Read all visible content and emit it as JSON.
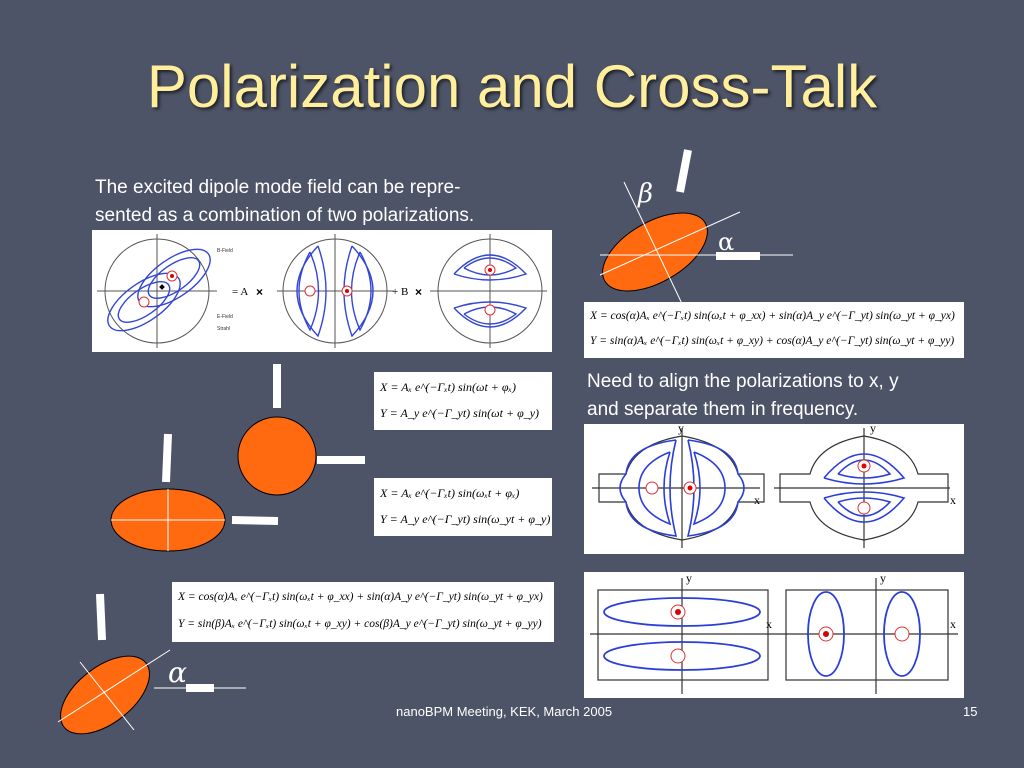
{
  "slide": {
    "title": "Polarization and Cross-Talk",
    "intro_line1": "The excited dipole mode field can be repre-",
    "intro_line2": "sented as a combination of two polarizations.",
    "align_line1": "Need to align the polarizations to x,  y",
    "align_line2": "and separate them in frequency."
  },
  "field_diagram": {
    "labels": [
      "B-Field",
      "E-Field",
      "Strahl",
      "= A",
      "+ B"
    ],
    "axis_x": "x",
    "axis_y": "y"
  },
  "equations": {
    "eq1_x": "X = Aₓ e^(−Γₓt) sin(ωt + φₓ)",
    "eq1_y": "Y = A_y e^(−Γ_yt) sin(ωt + φ_y)",
    "eq2_x": "X = Aₓ e^(−Γₓt) sin(ωₓt + φₓ)",
    "eq2_y": "Y = A_y e^(−Γ_yt) sin(ω_yt + φ_y)",
    "eq3_x": "X = cos(α)Aₓ e^(−Γₓt) sin(ωₓt + φ_xx) + sin(α)A_y e^(−Γ_yt) sin(ω_yt + φ_yx)",
    "eq3_y": "Y = sin(β)Aₓ e^(−Γₓt) sin(ωₓt + φ_xy) + cos(β)A_y e^(−Γ_yt) sin(ω_yt + φ_yy)",
    "eq4_x": "X = cos(α)Aₓ e^(−Γₓt) sin(ωₓt + φ_xx) + sin(α)A_y e^(−Γ_yt) sin(ω_yt + φ_yx)",
    "eq4_y": "Y = sin(α)Aₓ e^(−Γₓt) sin(ωₓt + φ_xy) + cos(α)A_y e^(−Γ_yt) sin(ω_yt + φ_yy)"
  },
  "symbols": {
    "alpha": "α",
    "beta": "β"
  },
  "footer": {
    "meeting": "nanoBPM Meeting, KEK, March 2005",
    "page": "15"
  },
  "colors": {
    "background": "#4e5467",
    "title": "#ffef9c",
    "ellipse_fill": "#ff6a10",
    "field_line": "#2a3fd8"
  }
}
